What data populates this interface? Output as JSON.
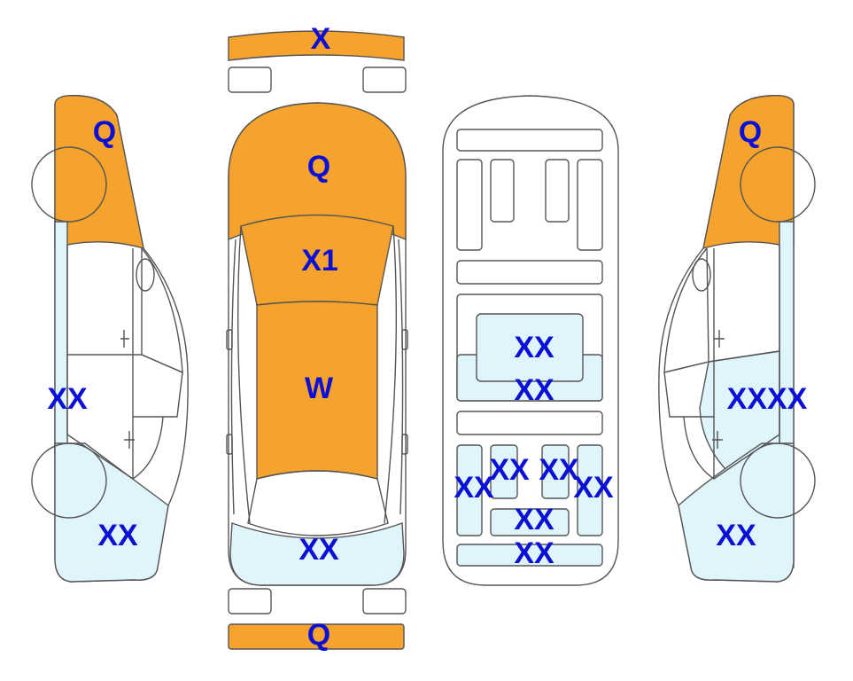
{
  "colors": {
    "damaged": "#f5a32c",
    "minor": "#dff4fb",
    "outline": "#555555",
    "label": "#0a10d6",
    "background": "#ffffff"
  },
  "labels": {
    "front_bumper": "X",
    "hood": "Q",
    "windshield_roof_front": "X1",
    "roof": "W",
    "rear_window": "XX",
    "rear_bumper": "Q",
    "left_front_fender": "Q",
    "left_doors": "XX",
    "left_rear_quarter": "XX",
    "right_front_fender": "Q",
    "right_doors": "XXXX",
    "right_rear_quarter": "XX",
    "underbody_center_upper": "XX",
    "underbody_center_lower": "XX",
    "underbody_rear_left": "XX",
    "underbody_rear_inner_left": "XX",
    "underbody_rear_inner_right": "XX",
    "underbody_rear_right": "XX",
    "underbody_rear_center": "XX",
    "underbody_rear_bottom": "XX"
  }
}
